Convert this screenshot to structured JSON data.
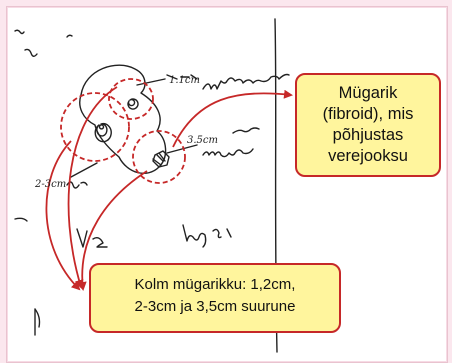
{
  "colors": {
    "background": "#fbe7ee",
    "paper": "#ffffff",
    "callout_fill": "#fff59d",
    "accent_red": "#c62828",
    "ink": "#222222"
  },
  "callouts": {
    "fibroid": {
      "lines": [
        "Mügarik",
        "(fibroid), mis",
        "põhjustas",
        "verejooksu"
      ]
    },
    "three_fibroids": {
      "lines": [
        "Kolm mügarikku: 1,2cm,",
        "2-3cm ja 3,5cm suurune"
      ]
    }
  },
  "handwritten_annotations": {
    "size_small": "1.1cm",
    "size_medium": "2-3cm",
    "size_large": "3.5cm"
  }
}
